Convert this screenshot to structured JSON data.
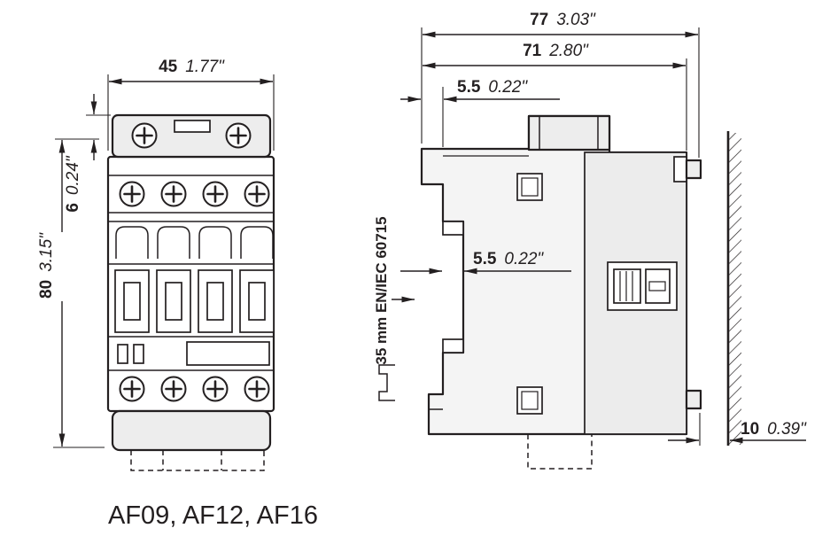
{
  "caption": "AF09, AF12, AF16",
  "line_color": "#231f20",
  "front_view": {
    "width_mm": "45",
    "width_in": "1.77\"",
    "tab_mm": "6",
    "tab_in": "0.24\"",
    "height_mm": "80",
    "height_in": "3.15\""
  },
  "side_view": {
    "depth_total_mm": "77",
    "depth_total_in": "3.03\"",
    "depth_body_mm": "71",
    "depth_body_in": "2.80\"",
    "flange_mm": "5.5",
    "flange_in": "0.22\"",
    "rail_offset_mm": "5.5",
    "rail_offset_in": "0.22\"",
    "wall_gap_mm": "10",
    "wall_gap_in": "0.39\"",
    "rail_standard": "35 mm EN/IEC 60715"
  }
}
